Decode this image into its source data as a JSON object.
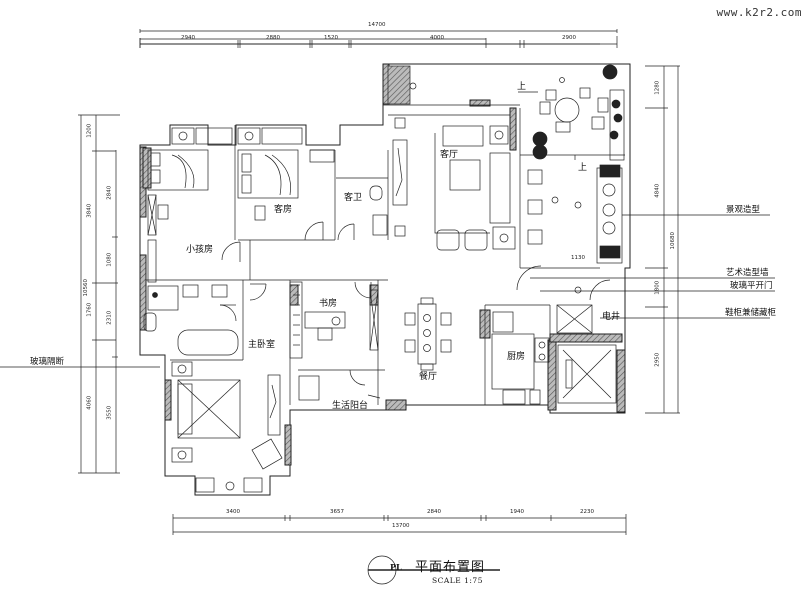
{
  "watermark": "www.k2r2.com",
  "title": {
    "tag": "PL",
    "name": "平面布置图",
    "scale": "SCALE   1:75"
  },
  "dimensions": {
    "top": {
      "total": "14700",
      "segments": [
        "2940",
        "2880",
        "1520",
        "4000",
        "2900"
      ]
    },
    "bottom": {
      "total": "13700",
      "segments": [
        "3400",
        "3657",
        "2840",
        "1940",
        "2230"
      ]
    },
    "left": {
      "total": "10560",
      "outer": [
        "1200",
        "3840",
        "1760",
        "4060"
      ],
      "inner": [
        "2840",
        "1080",
        "2310",
        "3550"
      ]
    },
    "right": {
      "total": "10680",
      "segments": [
        "1280",
        "4840",
        "1800",
        "2950"
      ]
    },
    "inner_note": "1130"
  },
  "rooms": {
    "kids_room": "小孩房",
    "guest_room": "客房",
    "guest_bath": "客卫",
    "living_room": "客厅",
    "master_bedroom": "主卧室",
    "study": "书房",
    "dining": "餐厅",
    "kitchen": "厨房",
    "utility_balcony": "生活阳台",
    "electric_shaft": "电井",
    "up_mark_1": "上",
    "up_mark_2": "上"
  },
  "callouts": {
    "landscape": "景观造型",
    "feature_wall": "艺术造型墙",
    "glass_door": "玻璃平开门",
    "shoe_cabinet": "鞋柜兼储藏柜",
    "glass_partition": "玻璃隔断"
  }
}
